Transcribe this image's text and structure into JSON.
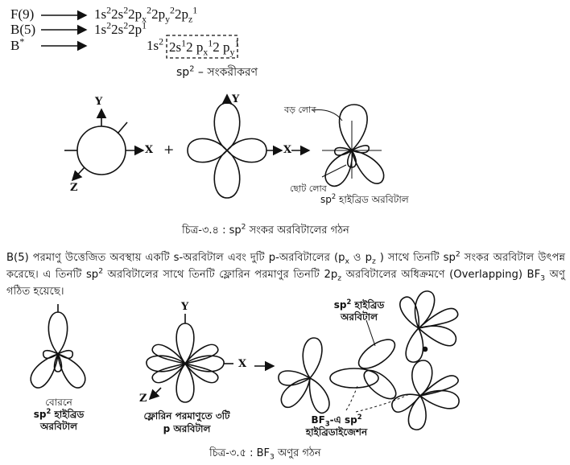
{
  "config": {
    "f_label": "F(9)",
    "f_config_html": "1s<sup>2</sup>2s<sup>2</sup>2p<sub>x</sub><sup>2</sup>2p<sub>y</sub><sup>2</sup>2p<sub>z</sub><sup>1</sup>",
    "b_label": "B(5)",
    "b_config_html": "1s<sup>2</sup>2s<sup>2</sup>2p<sup>1</sup>",
    "bstar_label_html": "B<sup>*</sup>",
    "bstar_core_html": "1s<sup>2</sup>",
    "bstar_box_html": "2s<sup>1</sup>2 p<sub>x</sub><sup>1</sup>2 p<sub>y</sub><sup>1</sup>",
    "hybrid_note_html": "sp<sup>2</sup> – সংকরীকরণ"
  },
  "fig1": {
    "axis_y1": "Y",
    "axis_x1": "X",
    "axis_z1": "Z",
    "plus": "+",
    "axis_y2": "Y",
    "axis_x2": "X",
    "big_lobe": "বড় লোব",
    "small_lobe": "ছোট লোব",
    "orbital_label_html": "sp<sup>2</sup> হাইব্রিড অরবিটাল",
    "caption_html": "চিত্র-৩.৪ : sp<sup>2</sup> সংকর অরবিটালের গঠন"
  },
  "paragraph_html": "B(5) পরমাণু উত্তেজিত অবস্থায় একটি s-অরবিটাল এবং দুটি p-অরবিটালের (p<sub>x</sub> ও p<sub>z</sub> ) সাথে তিনটি sp<sup>2</sup> সংকর অরবিটাল উৎপন্ন করেছে। এ তিনটি sp<sup>2</sup> অরবিটালের সাথে তিনটি ফ্লোরিন পরমাণুর তিনটি 2p<sub>z</sub> অরবিটালের অধিক্রমণে (Overlapping) BF<sub>3</sub> অণু গঠিত হয়েছে।",
  "fig2": {
    "boron_label_html": "বোরনে<br><b>sp<sup>2</sup> হাইব্রিড</b><br><b>অরবিটাল</b>",
    "axis_y": "Y",
    "axis_x": "X",
    "axis_z": "Z",
    "fluorine_label_html": "ফ্লোরিন পরমাণুতে ৩টি<br>p অরবিটাল",
    "hybrid_label_html": "sp<sup>2</sup> হাইব্রিড<br>অরবিটাল",
    "bf3_label_html": "BF<sub>3</sub>-এ sp<sup>2</sup><br>হাইব্রিডাইজেশন",
    "caption_html": "চিত্র-৩.৫ : BF<sub>3</sub> অণুর গঠন"
  }
}
